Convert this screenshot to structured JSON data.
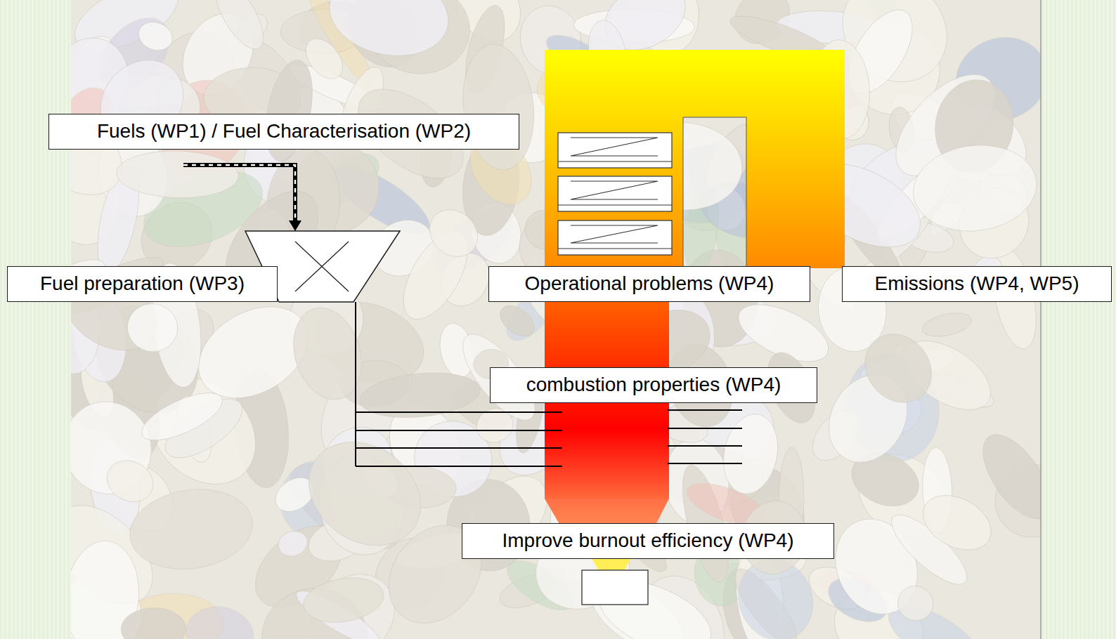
{
  "diagram": {
    "nodes": [
      {
        "text": [
          "Fuels (WP1) / Fuel Characterisation (WP2)"
        ]
      },
      {
        "text": [
          "Fuel preparation (WP3)"
        ]
      },
      {
        "text": [
          "Operational problems (WP4)"
        ]
      },
      {
        "text": [
          "Emissions (WP4, WP5)"
        ]
      },
      {
        "text": [
          "combustion properties (WP4)"
        ]
      },
      {
        "text": [
          "Improve burnout efficiency (WP4)"
        ]
      }
    ]
  }
}
